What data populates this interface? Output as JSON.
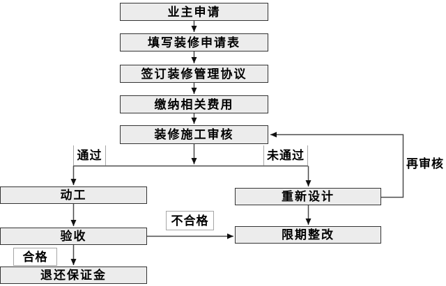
{
  "flowchart": {
    "nodes": {
      "owner_application": {
        "label": "业主申请"
      },
      "fill_application_form": {
        "label": "填写装修申请表"
      },
      "sign_agreement": {
        "label": "签订装修管理协议"
      },
      "pay_fees": {
        "label": "缴纳相关费用"
      },
      "construction_review": {
        "label": "装修施工审核"
      },
      "start_construction": {
        "label": "动工"
      },
      "redesign": {
        "label": "重新设计"
      },
      "acceptance_check": {
        "label": "验收"
      },
      "deadline_rectification": {
        "label": "限期整改"
      },
      "refund_deposit": {
        "label": "退还保证金"
      }
    },
    "edge_labels": {
      "pass": {
        "label": "通过"
      },
      "not_pass": {
        "label": "未通过"
      },
      "re_review": {
        "label": "再审核"
      },
      "unqualified": {
        "label": "不合格"
      },
      "qualified": {
        "label": "合格"
      }
    },
    "colors": {
      "node_fill": "#ececec",
      "node_border": "#333333",
      "connector": "#4a4a4a",
      "arrowhead": "#111111",
      "label_border": "#a6a6a6",
      "text": "#000000",
      "background": "#ffffff"
    }
  }
}
